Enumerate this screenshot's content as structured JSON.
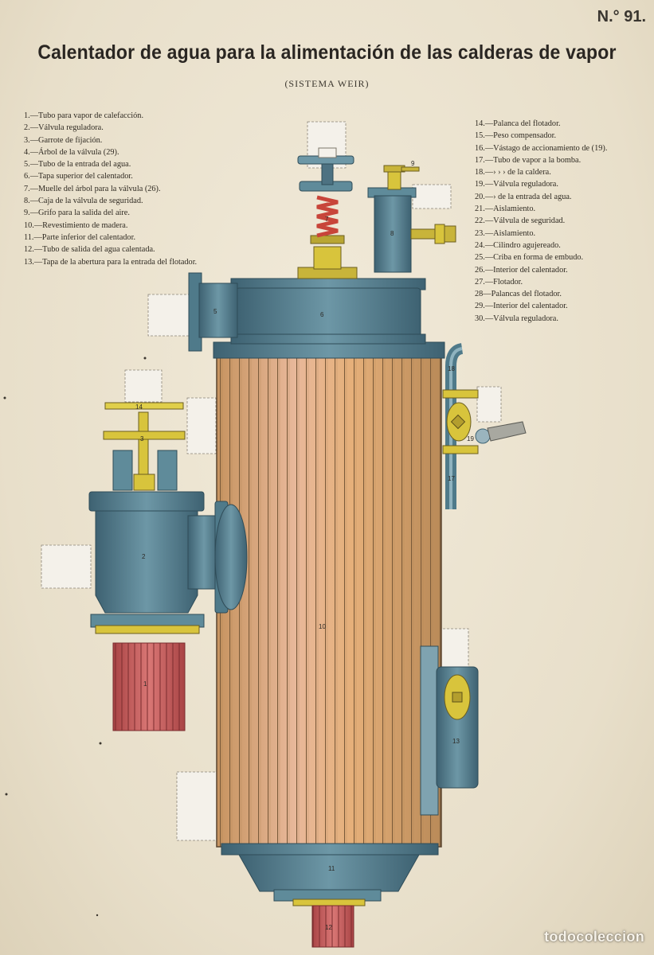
{
  "plate_number": "N.° 91.",
  "title": "Calentador de agua para la alimentación de las calderas de vapor",
  "subtitle": "(SISTEMA WEIR)",
  "legend_left": [
    {
      "num": "1.",
      "text": "Tubo para vapor de calefacción."
    },
    {
      "num": "2.",
      "text": "Válvula reguladora."
    },
    {
      "num": "3.",
      "text": "Garrote de fijación."
    },
    {
      "num": "4.",
      "text": "Árbol de la válvula (29)."
    },
    {
      "num": "5.",
      "text": "Tubo de la entrada del agua."
    },
    {
      "num": "6.",
      "text": "Tapa superior del calentador."
    },
    {
      "num": "7.",
      "text": "Muelle del árbol para la válvula (26)."
    },
    {
      "num": "8.",
      "text": "Caja de la válvula de seguridad."
    },
    {
      "num": "9.",
      "text": "Grifo para la salida del aire."
    },
    {
      "num": "10.",
      "text": "Revestimiento de madera."
    },
    {
      "num": "11.",
      "text": "Parte inferior del calentador."
    },
    {
      "num": "12.",
      "text": "Tubo de salida del agua calentada."
    },
    {
      "num": "13.",
      "text": "Tapa de la abertura para la entrada del flotador."
    }
  ],
  "legend_right": [
    {
      "num": "14.",
      "text": "Palanca del flotador."
    },
    {
      "num": "15.",
      "text": "Peso compensador."
    },
    {
      "num": "16.",
      "text": "Vástago de accionamiento de (19)."
    },
    {
      "num": "17.",
      "text": "Tubo de vapor a la bomba."
    },
    {
      "num": "18.",
      "text": "›  ›  ›  de la caldera."
    },
    {
      "num": "19.",
      "text": "Válvula reguladora."
    },
    {
      "num": "20.",
      "text": "›  de la entrada del agua."
    },
    {
      "num": "21.",
      "text": "Aislamiento."
    },
    {
      "num": "22.",
      "text": "Válvula de seguridad."
    },
    {
      "num": "23.",
      "text": "Aislamiento."
    },
    {
      "num": "24.",
      "text": "Cilindro agujereado."
    },
    {
      "num": "25.",
      "text": "Criba en forma de embudo."
    },
    {
      "num": "26.",
      "text": "Interior del calentador."
    },
    {
      "num": "27.",
      "text": "Flotador."
    },
    {
      "num": "28",
      "text": "Palancas del flotador."
    },
    {
      "num": "29.",
      "text": "Interior del calentador."
    },
    {
      "num": "30.",
      "text": "Válvula reguladora."
    }
  ],
  "part_labels": {
    "p1": "1",
    "p2": "2",
    "p3": "3",
    "p5": "5",
    "p6": "6",
    "p7": "7",
    "p8": "8",
    "p9": "9",
    "p10": "10",
    "p11": "11",
    "p12": "12",
    "p13": "13",
    "p14": "14",
    "p17": "17",
    "p18": "18",
    "p19": "19"
  },
  "watermark": "todocoleccion",
  "colors": {
    "paper": "#ece4d2",
    "steel_blue": "#5f8b9a",
    "steel_dark": "#3f6474",
    "wood": "#d9a873",
    "wood_stripe": "#8a6a45",
    "brass": "#d8c43c",
    "spring_red": "#c8453a",
    "pipe_red": "#c9605e"
  }
}
